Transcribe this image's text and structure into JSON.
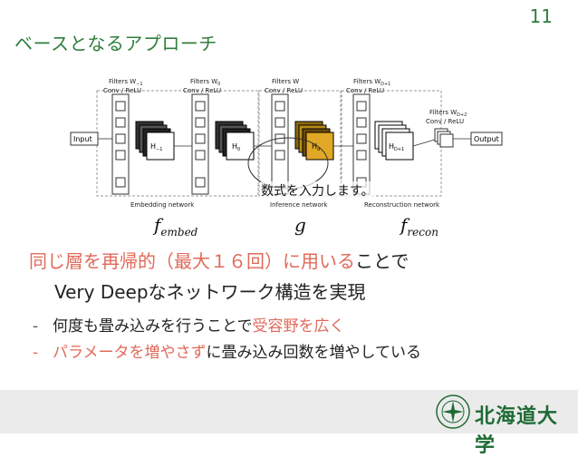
{
  "slide": {
    "title": "ベースとなるアプローチ",
    "page_number": "11"
  },
  "figure": {
    "filter_labels": [
      "Filters W",
      "Filters W",
      "Filters W",
      "Filters W",
      "Filters W"
    ],
    "filter_subs": [
      "−1",
      "0",
      "",
      "D+1",
      "D+2"
    ],
    "conv_relu": "Conv / ReLU",
    "input_label": "Input",
    "output_label": "Output",
    "h_labels": [
      "H",
      "H",
      "H",
      "H"
    ],
    "h_subs": [
      "−1",
      "0",
      "d",
      "D+1"
    ],
    "network_labels": [
      "Embedding network",
      "Inference network",
      "Reconstruction network"
    ],
    "formula_note": "数式を入力します。",
    "functions": [
      "f",
      "g",
      "f"
    ],
    "function_subs": [
      "embed",
      "",
      "recon"
    ]
  },
  "content": {
    "line1_red": "同じ層を再帰的（最大１６回）に用いる",
    "line1_tail": "ことで",
    "line2": "Very Deepなネットワーク構造を実現",
    "bullet": "-",
    "sub1_plain": "何度も畳み込みを行うことで",
    "sub1_red": "受容野を広く",
    "sub2_red": "パラメータを増やさず",
    "sub2_plain": "に畳み込み回数を増やしている"
  },
  "footer": {
    "university": "北海道大学"
  },
  "colors": {
    "title_green": "#2f7d3c",
    "accent_red": "#e06a5a",
    "inference_gold": "#e0a826",
    "footer_gray": "#ebebeb"
  }
}
